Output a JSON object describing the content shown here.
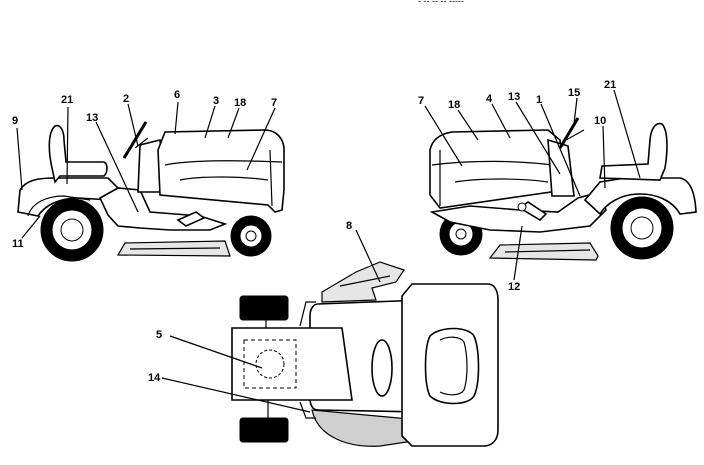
{
  "header_fragment": "- -- -- -- -----",
  "callouts": {
    "left_view": [
      "9",
      "21",
      "2",
      "6",
      "3",
      "18",
      "7",
      "13",
      "11"
    ],
    "right_view": [
      "7",
      "18",
      "4",
      "13",
      "1",
      "15",
      "21",
      "10",
      "12"
    ],
    "top_view": [
      "8",
      "5",
      "14"
    ]
  },
  "icons": [
    "tractor-left-side-view",
    "tractor-right-side-view",
    "tractor-top-view"
  ]
}
